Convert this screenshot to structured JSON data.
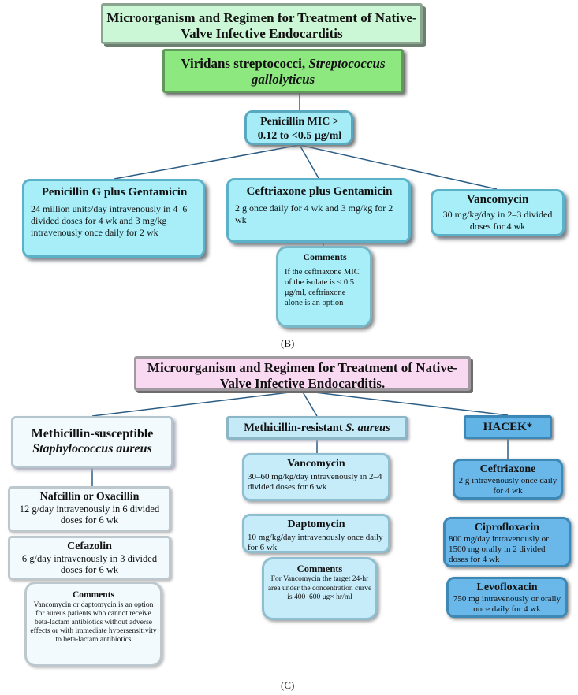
{
  "panel_b": {
    "title": "Microorganism and Regimen for Treatment of Native-Valve Infective Endocarditis",
    "organism_plain": "Viridans streptococci, ",
    "organism_italic": "Streptococcus gallolyticus",
    "mic": "Penicillin MIC > 0.12 to <0.5 μg/ml",
    "regimens": [
      {
        "name": "Penicillin G plus Gentamicin",
        "detail": "24 million units/day intravenously in 4–6 divided doses for 4 wk and 3 mg/kg intravenously once daily for 2 wk"
      },
      {
        "name": "Ceftriaxone plus Gentamicin",
        "detail": "2 g once daily for 4 wk and 3 mg/kg for 2 wk"
      },
      {
        "name": "Vancomycin",
        "detail": "30 mg/kg/day in 2–3 divided doses for 4 wk"
      }
    ],
    "comments": {
      "title": "Comments",
      "text": "If the ceftriaxone MIC of the isolate is ≤ 0.5 μg/ml, ceftriaxone alone is an option"
    },
    "label": "(B)"
  },
  "panel_c": {
    "title": "Microorganism and Regimen for Treatment of Native-Valve Infective Endocarditis.",
    "mssa": {
      "line1": "Methicillin-susceptible",
      "line2": "Staphylococcus aureus"
    },
    "mrsa": {
      "plain": "Methicillin-resistant ",
      "italic": "S. aureus"
    },
    "hacek": "HACEK*",
    "mssa_regimens": [
      {
        "name": "Nafcillin or Oxacillin",
        "detail": "12 g/day intravenously in 6 divided doses for 6 wk"
      },
      {
        "name": "Cefazolin",
        "detail": "6 g/day intravenously in 3 divided doses for 6 wk"
      }
    ],
    "mssa_comments": {
      "title": "Comments",
      "text": "Vancomycin or daptomycin is an option for aureus patients who cannot receive beta-lactam antibiotics without adverse effects or with immediate hypersensitivity to beta-lactam antibiotics"
    },
    "mrsa_regimens": [
      {
        "name": "Vancomycin",
        "detail": "30–60 mg/kg/day intravenously in 2–4 divided doses for 6 wk"
      },
      {
        "name": "Daptomycin",
        "detail": "10 mg/kg/day intravenously once daily for 6 wk"
      }
    ],
    "mrsa_comments": {
      "title": "Comments",
      "text": "For Vancomycin the target 24-hr area under the concentration curve is 400–600 μg× hr/ml"
    },
    "hacek_regimens": [
      {
        "name": "Ceftriaxone",
        "detail": "2 g intravenously once daily for 4 wk"
      },
      {
        "name": "Ciprofloxacin",
        "detail": "800 mg/day intravenously or 1500 mg orally in 2 divided doses for 4 wk"
      },
      {
        "name": "Levofloxacin",
        "detail": "750 mg intravenously or orally once daily for 4 wk"
      }
    ],
    "label": "(C)"
  }
}
